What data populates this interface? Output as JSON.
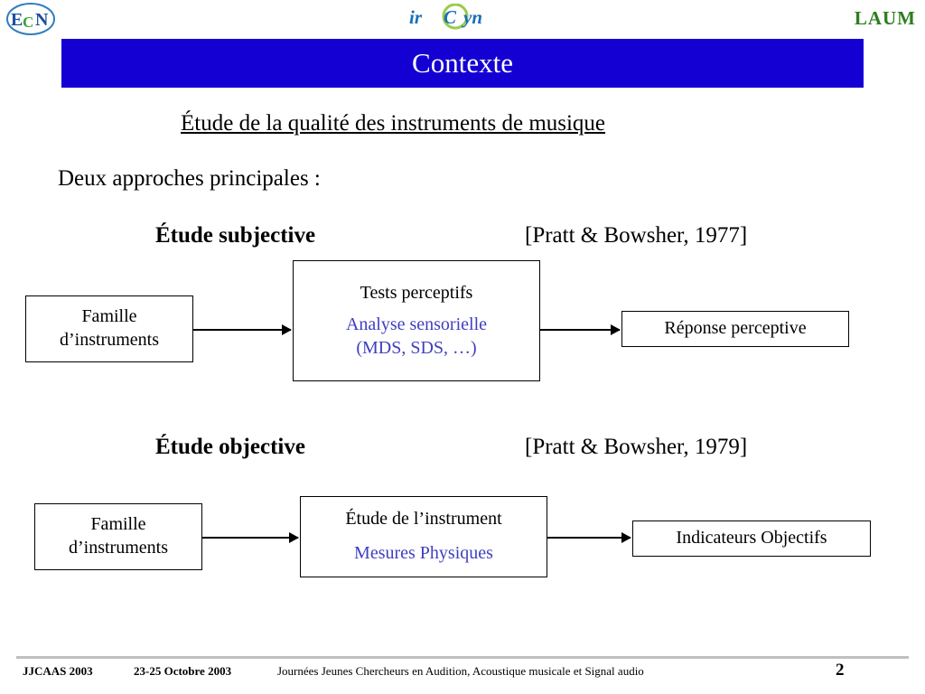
{
  "header": {
    "logo_left": "ECN",
    "logo_center": "irCCyn",
    "logo_right": "LAUM"
  },
  "title": {
    "text": "Contexte",
    "bg_color": "#1400d2",
    "text_color": "#ffffff"
  },
  "content": {
    "heading": "Étude de la qualité des instruments de musique",
    "subheading": "Deux approches principales :",
    "sections": [
      {
        "label": "Étude subjective",
        "reference": "[Pratt & Bowsher, 1977]",
        "boxes": {
          "source": {
            "line1": "Famille",
            "line2": "d’instruments"
          },
          "middle": {
            "line1": "Tests perceptifs",
            "line2": "Analyse sensorielle",
            "line3": "(MDS, SDS, …)"
          },
          "target": {
            "line1": "Réponse perceptive"
          }
        }
      },
      {
        "label": "Étude objective",
        "reference": "[Pratt & Bowsher, 1979]",
        "boxes": {
          "source": {
            "line1": "Famille",
            "line2": "d’instruments"
          },
          "middle": {
            "line1": "Étude de l’instrument",
            "line2": "Mesures Physiques"
          },
          "target": {
            "line1": "Indicateurs Objectifs"
          }
        }
      }
    ],
    "accent_color": "#3f3fbf"
  },
  "footer": {
    "conference": "JJCAAS 2003",
    "date": "23-25 Octobre 2003",
    "description": "Journées Jeunes Chercheurs en Audition, Acoustique musicale et Signal audio",
    "page_number": "2"
  }
}
